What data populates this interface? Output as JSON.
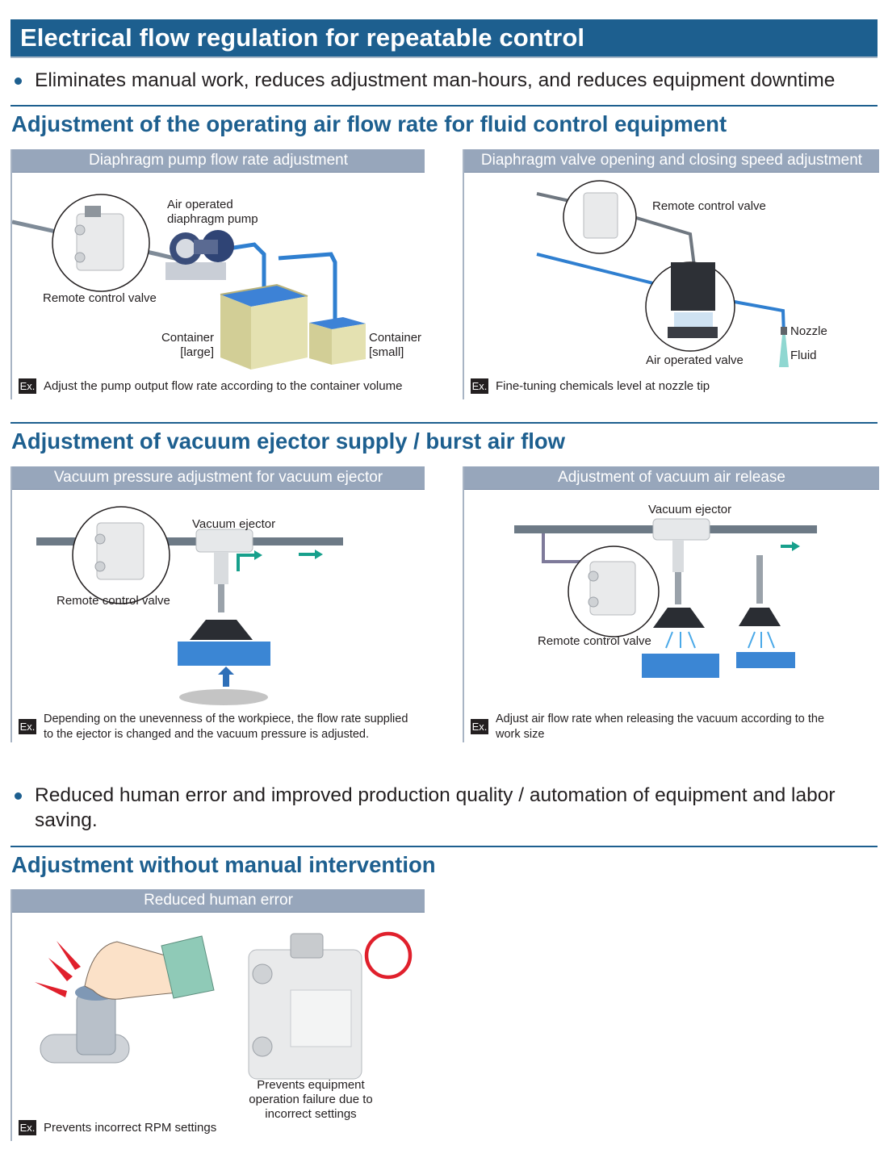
{
  "banner": {
    "title": "Electrical flow regulation for repeatable control"
  },
  "bullets": {
    "first": "Eliminates manual work, reduces adjustment man-hours, and reduces equipment downtime",
    "second": "Reduced human error and improved production quality / automation of equipment and labor saving."
  },
  "sections": {
    "fluid": {
      "heading": "Adjustment of the operating air flow rate for fluid control equipment",
      "pump_panel": {
        "title": "Diaphragm pump flow rate adjustment",
        "label_pump": "Air operated\ndiaphragm pump",
        "label_valve": "Remote control valve",
        "label_large": "Container\n[large]",
        "label_small": "Container\n[small]",
        "ex_mark": "Ex.",
        "example": "Adjust the pump output flow rate according to the container volume"
      },
      "valve_panel": {
        "title": "Diaphragm valve opening and closing speed adjustment",
        "label_valve": "Remote control valve",
        "label_air_valve": "Air operated valve",
        "label_nozzle": "Nozzle",
        "label_fluid": "Fluid",
        "ex_mark": "Ex.",
        "example": "Fine-tuning chemicals level at nozzle tip"
      }
    },
    "vacuum": {
      "heading": "Adjustment of vacuum ejector supply / burst air flow",
      "ejector_panel": {
        "title": "Vacuum pressure adjustment for vacuum ejector",
        "label_ejector": "Vacuum ejector",
        "label_valve": "Remote control valve",
        "ex_mark": "Ex.",
        "example": "Depending on the unevenness of the workpiece, the flow rate supplied\nto the ejector is changed and the vacuum pressure is adjusted."
      },
      "release_panel": {
        "title": "Adjustment of vacuum air release",
        "label_ejector": "Vacuum ejector",
        "label_valve": "Remote control valve",
        "ex_mark": "Ex.",
        "example": "Adjust air flow rate when releasing the vacuum according to the\nwork size"
      }
    },
    "manual": {
      "heading": "Adjustment without manual intervention",
      "error_panel": {
        "title": "Reduced human error",
        "label_prevents": "Prevents equipment\noperation failure due to\nincorrect settings",
        "ex_mark": "Ex.",
        "example": "Prevents incorrect RPM settings"
      }
    }
  },
  "colors": {
    "brand_blue": "#1d5f8f",
    "panel_header": "#97a6bb",
    "arrow_teal": "#17a08c",
    "ok_circle": "#e0202c"
  }
}
